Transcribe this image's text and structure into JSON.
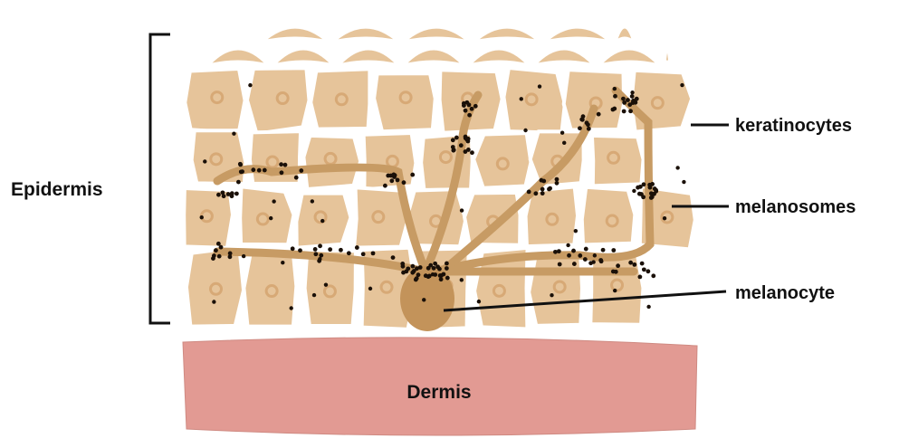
{
  "labels": {
    "epidermis": "Epidermis",
    "dermis": "Dermis",
    "keratinocytes": "keratinocytes",
    "melanosomes": "melanosomes",
    "melanocyte": "melanocyte"
  },
  "colors": {
    "cell_fill": "#e6c49a",
    "cell_stroke": "#d9b384",
    "nucleus": "#d7a976",
    "dendrite": "#c79b64",
    "melanocyte_body": "#c3935a",
    "melanosome": "#1a1008",
    "dermis": "#e29a93",
    "dermis_edge": "#cf8a82",
    "pointer": "#111111"
  }
}
